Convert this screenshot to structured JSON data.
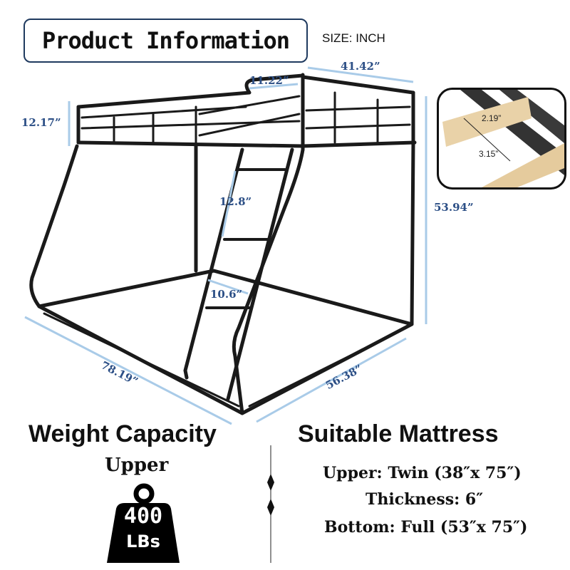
{
  "header": {
    "title": "Product Information",
    "unit": "SIZE: INCH"
  },
  "dimensions": {
    "top_width": "41.42”",
    "rail_gap": "11.22”",
    "rail_height": "12.17”",
    "total_height": "53.94”",
    "ladder_step": "12.8”",
    "ladder_width": "10.6”",
    "length": "78.19”",
    "bottom_width": "56.38”"
  },
  "slat_detail": {
    "slat_width": "2.19”",
    "slat_gap": "3.15”"
  },
  "weight": {
    "heading": "Weight Capacity",
    "level": "Upper",
    "value": "400",
    "unit": "LBs"
  },
  "mattress": {
    "heading": "Suitable Mattress",
    "lines": [
      "Upper: Twin (38″x 75″)",
      "Thickness: 6″",
      "Bottom: Full (53″x 75″)"
    ]
  },
  "colors": {
    "dimension_text": "#2c4f86",
    "dimension_line": "#a9cbe8",
    "frame": "#1a1a1a"
  }
}
